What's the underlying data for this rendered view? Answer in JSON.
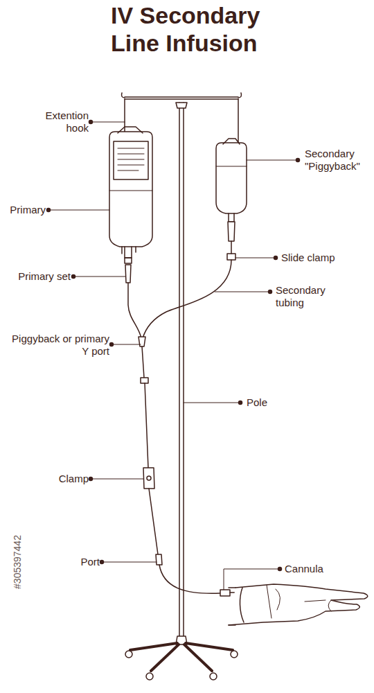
{
  "diagram": {
    "title": "IV Secondary Line Infusion",
    "labels": [
      "Extention hook",
      "Secondary \"Piggyback\"",
      "Primary",
      "Slide clamp",
      "Primary set",
      "Secondary tubing",
      "Piggyback or primary Y port",
      "Pole",
      "Clamp",
      "Port",
      "Cannula",
      "#305397442"
    ]
  }
}
